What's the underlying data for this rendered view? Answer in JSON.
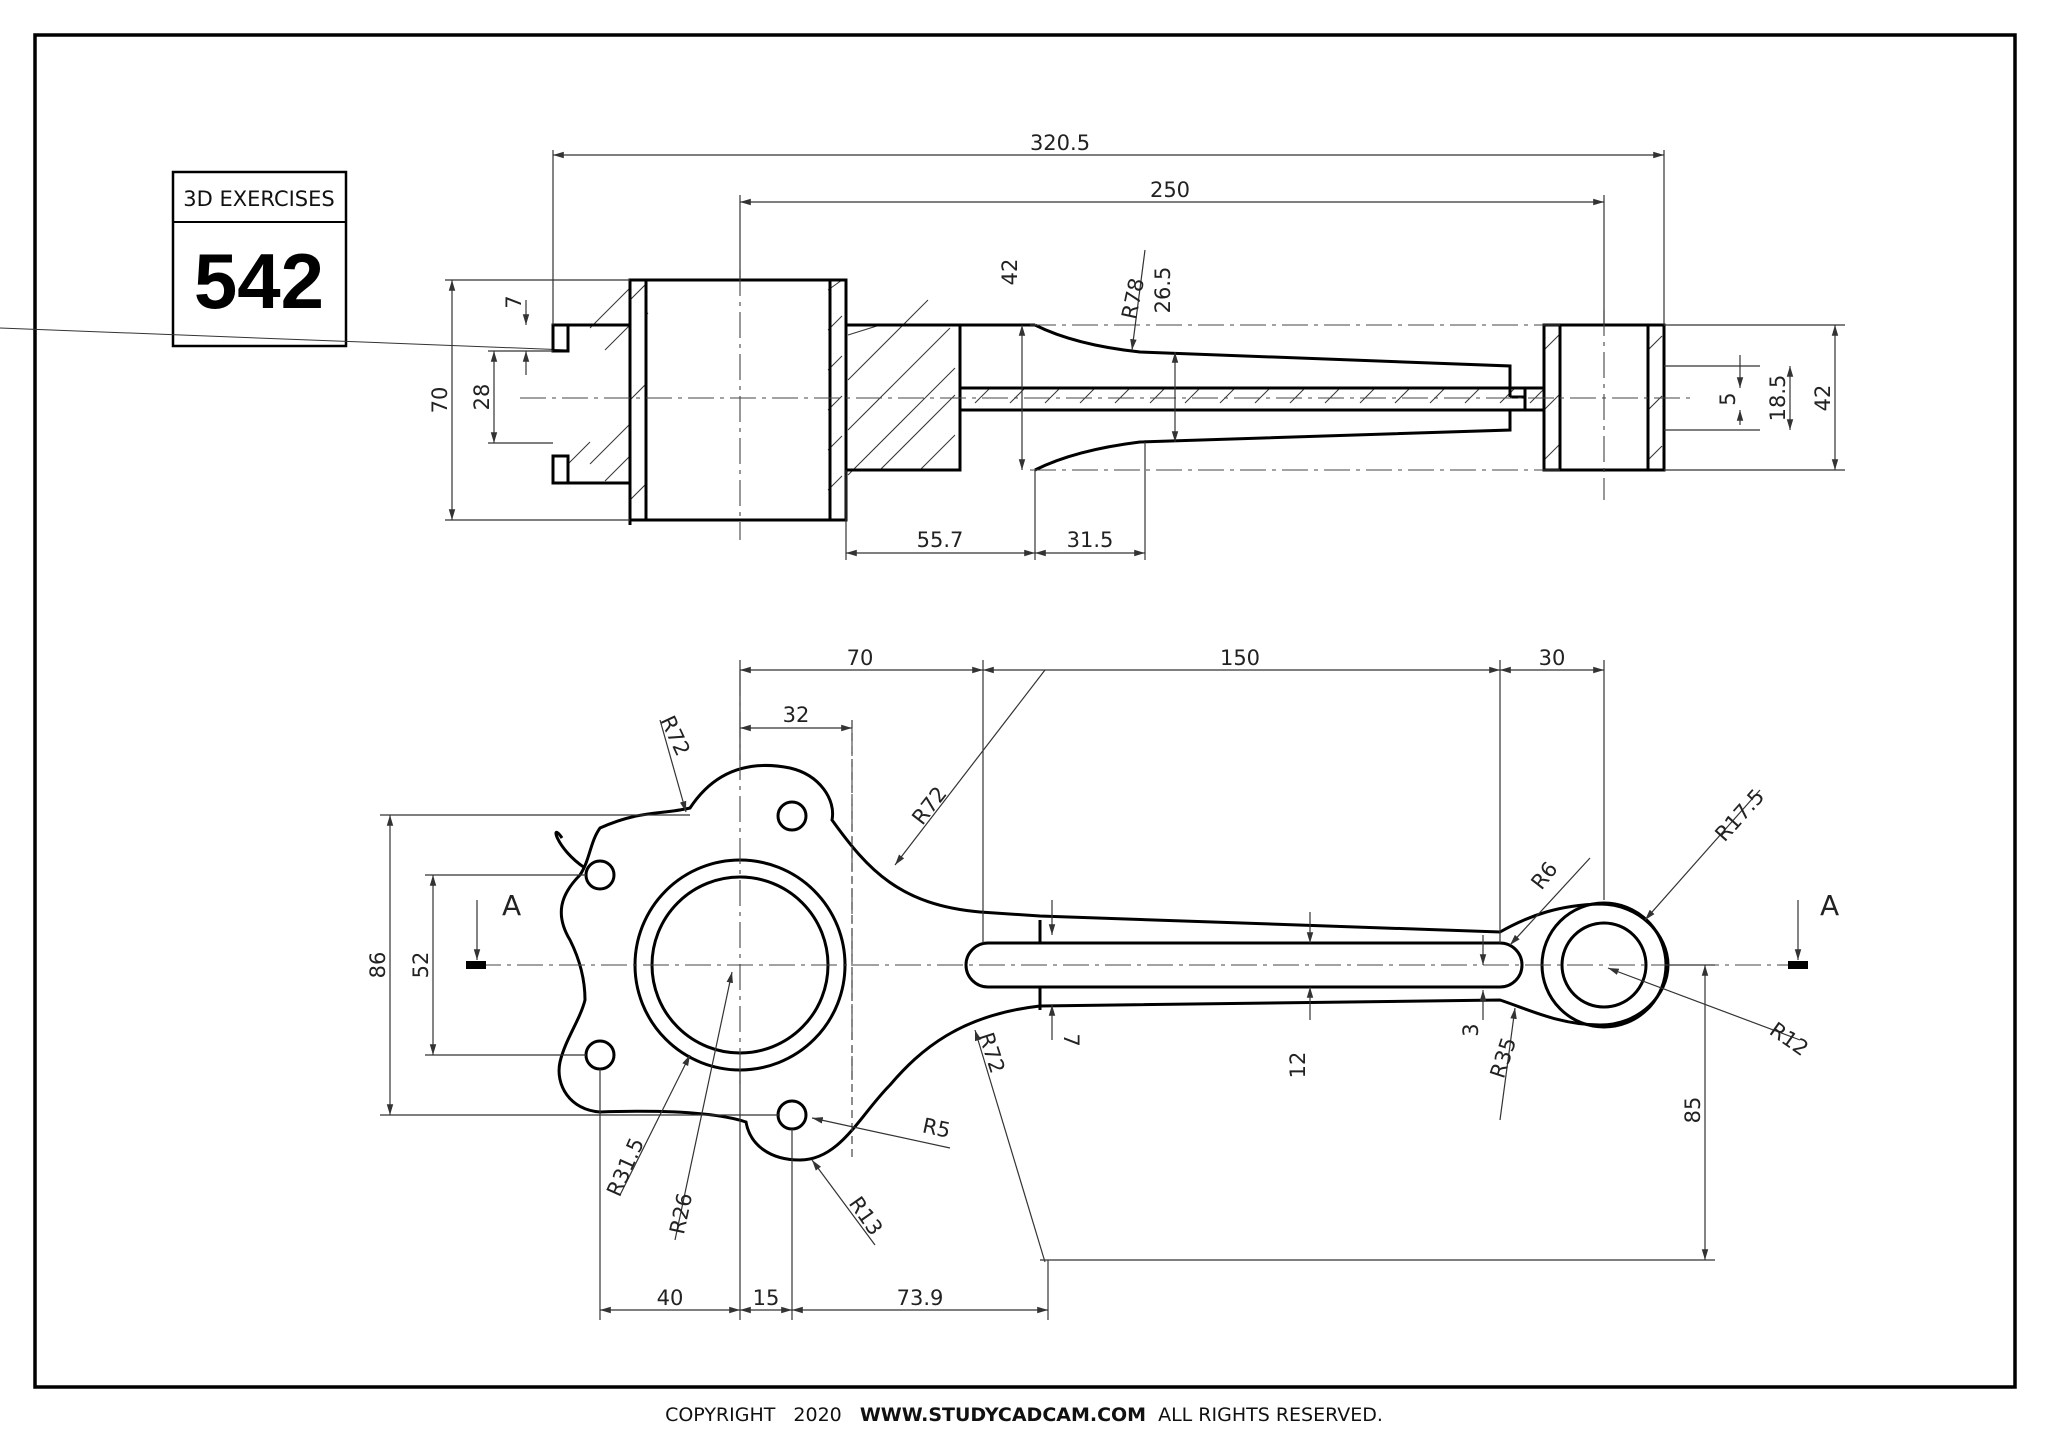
{
  "title_block": {
    "heading": "3D EXERCISES",
    "number": "542"
  },
  "footer": {
    "copyright": "COPYRIGHT",
    "year": "2020",
    "site": "WWW.STUDYCADCAM.COM",
    "rights": "ALL RIGHTS RESERVED."
  },
  "section_labels": {
    "left": "A",
    "right": "A"
  },
  "top_view_dims": {
    "overall_length": "320.5",
    "center_distance": "250",
    "left_height": "70",
    "flange_span": "28",
    "flange_thick": "7",
    "web_height": "42",
    "radius_taper": "R78",
    "mid_height": "26.5",
    "rib": "5",
    "small_bore": "18.5",
    "small_end_height": "42",
    "offset_a": "55.7",
    "offset_b": "31.5"
  },
  "front_view_dims": {
    "d70": "70",
    "d32": "32",
    "d150": "150",
    "d30": "30",
    "r72_top_left": "R72",
    "r72_top": "R72",
    "r72_bottom": "R72",
    "r6": "R6",
    "r17_5": "R17.5",
    "r12": "R12",
    "r35": "R35",
    "r5": "R5",
    "r13": "R13",
    "r26": "R26",
    "r31_5": "R31.5",
    "h86": "86",
    "h52": "52",
    "h85": "85",
    "w12": "12",
    "w7": "7",
    "w3": "3",
    "d40": "40",
    "d15": "15",
    "d73_9": "73.9"
  }
}
